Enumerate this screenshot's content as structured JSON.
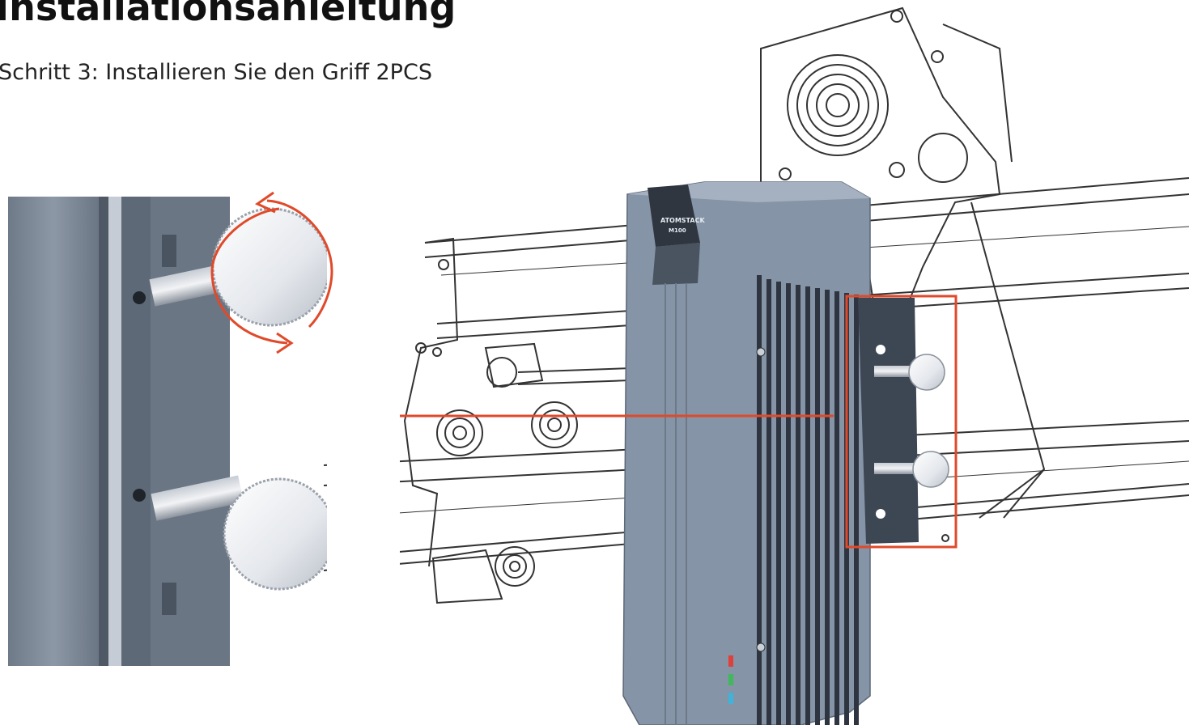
{
  "document": {
    "title": "Installationsanleitung",
    "step_text": "Schritt 3: Installieren Sie den Griff 2PCS"
  },
  "illustration": {
    "module_brand_text": "ATOMSTACK",
    "module_sub_text": "M100",
    "colors": {
      "highlight_red": "#e04a2a",
      "module_body": "#8594a6",
      "module_dark": "#3d4653",
      "closeup_bg": "#7f8a99",
      "led_red": "#e0403a",
      "led_green": "#3fb95a",
      "led_cyan": "#3fb3d9"
    }
  }
}
